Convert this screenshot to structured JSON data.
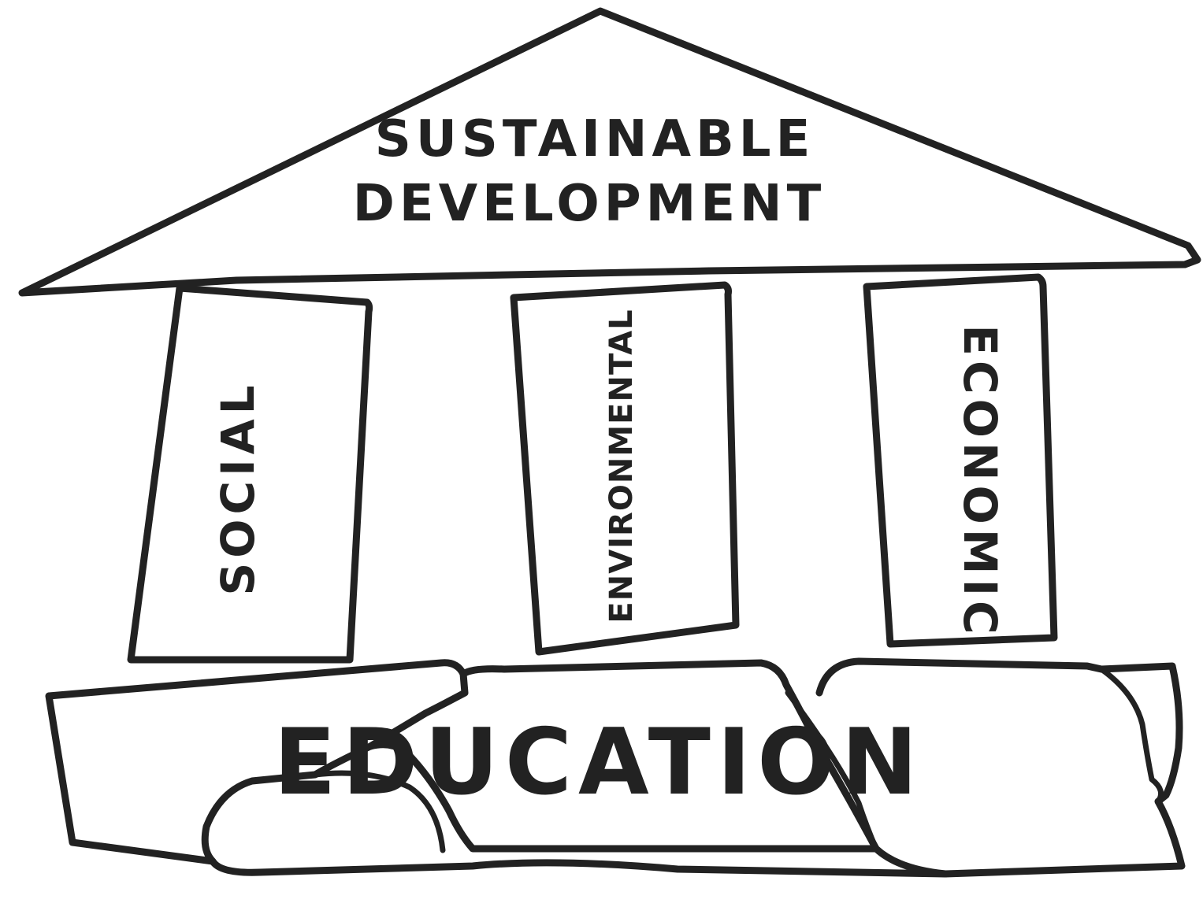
{
  "roof": {
    "line1": "SUSTAINABLE",
    "line2": "DEVELOPMENT"
  },
  "pillars": [
    {
      "label": "SOCIAL"
    },
    {
      "label": "ENVIRONMENTAL"
    },
    {
      "label": "ECONOMIC"
    }
  ],
  "foundation": {
    "label": "EDUCATION"
  },
  "colors": {
    "ink": "#222222",
    "paper": "#ffffff"
  }
}
